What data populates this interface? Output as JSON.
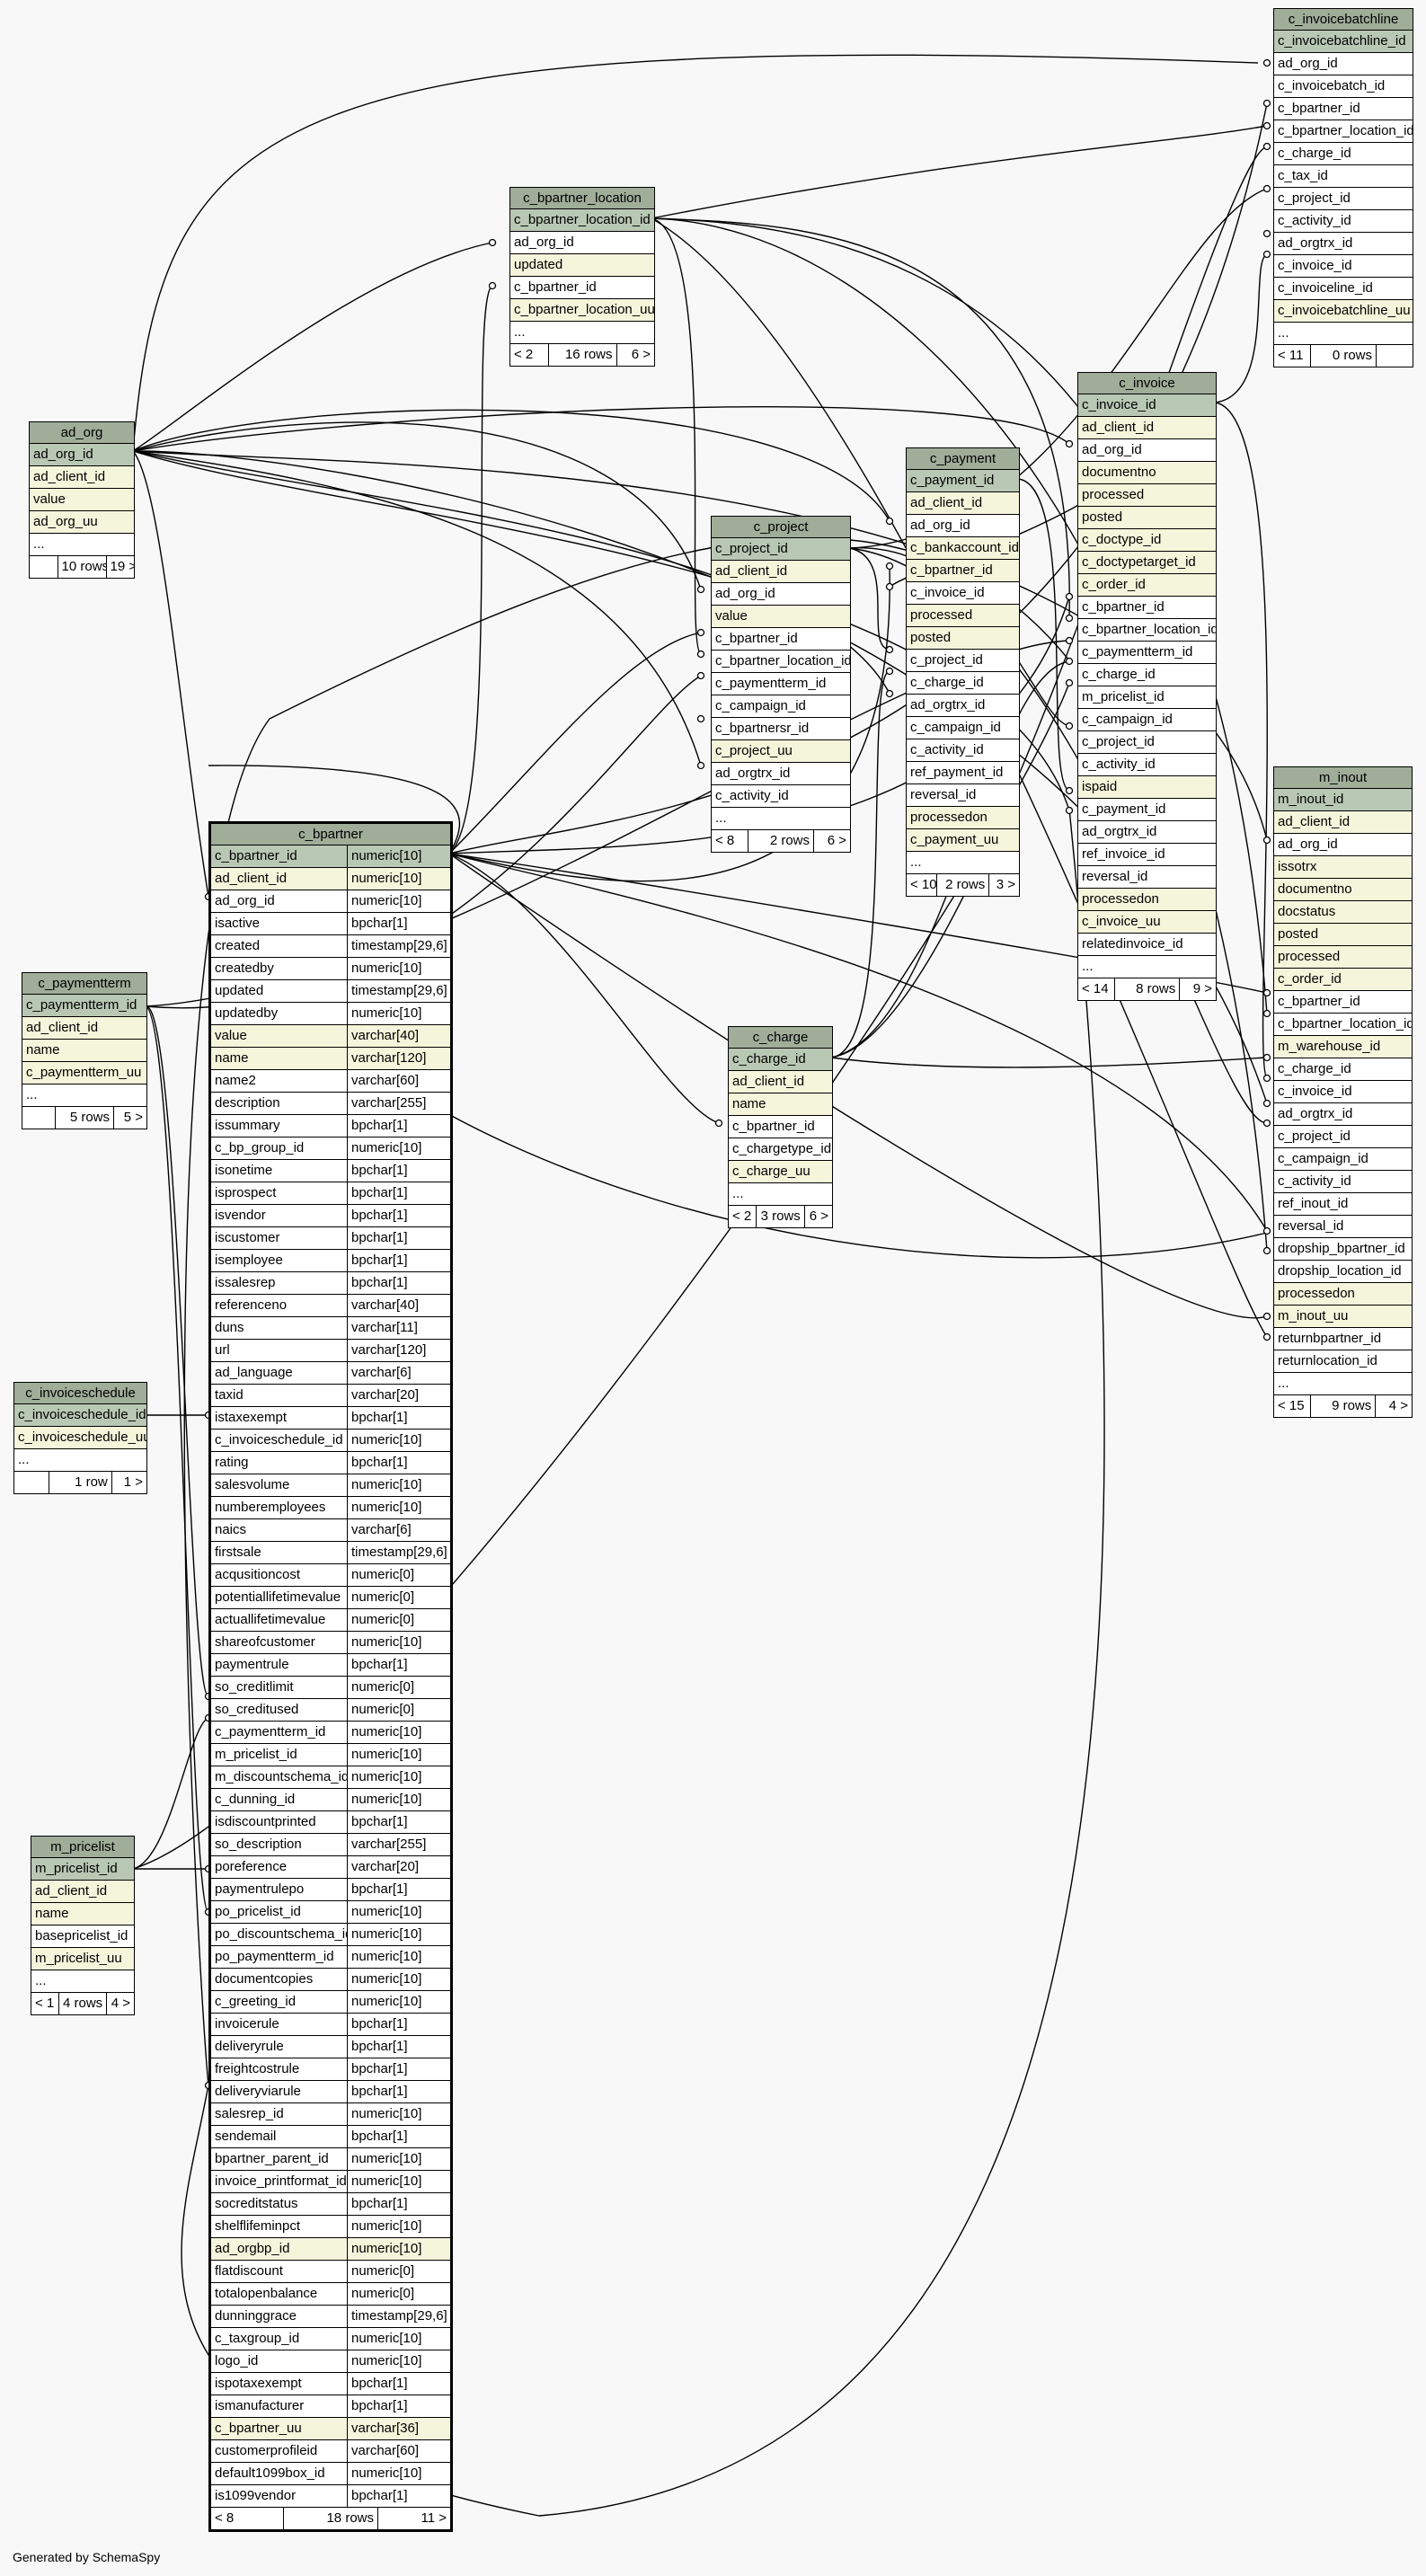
{
  "footer": "Generated by SchemaSpy",
  "tables": {
    "c_invoicebatchline": {
      "name": "c_invoicebatchline",
      "cols": [
        "c_invoicebatchline_id",
        "ad_org_id",
        "c_invoicebatch_id",
        "c_bpartner_id",
        "c_bpartner_location_id",
        "c_charge_id",
        "c_tax_id",
        "c_project_id",
        "c_activity_id",
        "ad_orgtrx_id",
        "c_invoice_id",
        "c_invoiceline_id",
        "c_invoicebatchline_uu"
      ],
      "more": "...",
      "foot": [
        "< 11",
        "0 rows",
        ""
      ]
    },
    "c_bpartner_location": {
      "name": "c_bpartner_location",
      "cols": [
        "c_bpartner_location_id",
        "ad_org_id",
        "updated",
        "c_bpartner_id",
        "c_bpartner_location_uu"
      ],
      "more": "...",
      "foot": [
        "< 2",
        "16 rows",
        "6 >"
      ]
    },
    "ad_org": {
      "name": "ad_org",
      "cols": [
        "ad_org_id",
        "ad_client_id",
        "value",
        "ad_org_uu"
      ],
      "more": "...",
      "foot": [
        "",
        "10 rows",
        "19 >"
      ]
    },
    "c_invoice": {
      "name": "c_invoice",
      "cols": [
        "c_invoice_id",
        "ad_client_id",
        "ad_org_id",
        "documentno",
        "processed",
        "posted",
        "c_doctype_id",
        "c_doctypetarget_id",
        "c_order_id",
        "c_bpartner_id",
        "c_bpartner_location_id",
        "c_paymentterm_id",
        "c_charge_id",
        "m_pricelist_id",
        "c_campaign_id",
        "c_project_id",
        "c_activity_id",
        "ispaid",
        "c_payment_id",
        "ad_orgtrx_id",
        "ref_invoice_id",
        "reversal_id",
        "processedon",
        "c_invoice_uu",
        "relatedinvoice_id"
      ],
      "more": "...",
      "foot": [
        "< 14",
        "8 rows",
        "9 >"
      ]
    },
    "c_payment": {
      "name": "c_payment",
      "cols": [
        "c_payment_id",
        "ad_client_id",
        "ad_org_id",
        "c_bankaccount_id",
        "c_bpartner_id",
        "c_invoice_id",
        "processed",
        "posted",
        "c_project_id",
        "c_charge_id",
        "ad_orgtrx_id",
        "c_campaign_id",
        "c_activity_id",
        "ref_payment_id",
        "reversal_id",
        "processedon",
        "c_payment_uu"
      ],
      "more": "...",
      "foot": [
        "< 10",
        "2 rows",
        "3 >"
      ]
    },
    "c_project": {
      "name": "c_project",
      "cols": [
        "c_project_id",
        "ad_client_id",
        "ad_org_id",
        "value",
        "c_bpartner_id",
        "c_bpartner_location_id",
        "c_paymentterm_id",
        "c_campaign_id",
        "c_bpartnersr_id",
        "c_project_uu",
        "ad_orgtrx_id",
        "c_activity_id"
      ],
      "more": "...",
      "foot": [
        "< 8",
        "2 rows",
        "6 >"
      ]
    },
    "m_inout": {
      "name": "m_inout",
      "cols": [
        "m_inout_id",
        "ad_client_id",
        "ad_org_id",
        "issotrx",
        "documentno",
        "docstatus",
        "posted",
        "processed",
        "c_order_id",
        "c_bpartner_id",
        "c_bpartner_location_id",
        "m_warehouse_id",
        "c_charge_id",
        "c_invoice_id",
        "ad_orgtrx_id",
        "c_project_id",
        "c_campaign_id",
        "c_activity_id",
        "ref_inout_id",
        "reversal_id",
        "dropship_bpartner_id",
        "dropship_location_id",
        "processedon",
        "m_inout_uu",
        "returnbpartner_id",
        "returnlocation_id"
      ],
      "more": "...",
      "foot": [
        "< 15",
        "9 rows",
        "4 >"
      ]
    },
    "c_paymentterm": {
      "name": "c_paymentterm",
      "cols": [
        "c_paymentterm_id",
        "ad_client_id",
        "name",
        "c_paymentterm_uu"
      ],
      "more": "...",
      "foot": [
        "",
        "5 rows",
        "5 >"
      ]
    },
    "c_charge": {
      "name": "c_charge",
      "cols": [
        "c_charge_id",
        "ad_client_id",
        "name",
        "c_bpartner_id",
        "c_chargetype_id",
        "c_charge_uu"
      ],
      "more": "...",
      "foot": [
        "< 2",
        "3 rows",
        "6 >"
      ]
    },
    "c_invoiceschedule": {
      "name": "c_invoiceschedule",
      "cols": [
        "c_invoiceschedule_id",
        "c_invoiceschedule_uu"
      ],
      "more": "...",
      "foot": [
        "",
        "1 row",
        "1 >"
      ]
    },
    "m_pricelist": {
      "name": "m_pricelist",
      "cols": [
        "m_pricelist_id",
        "ad_client_id",
        "name",
        "basepricelist_id",
        "m_pricelist_uu"
      ],
      "more": "...",
      "foot": [
        "< 1",
        "4 rows",
        "4 >"
      ]
    },
    "c_bpartner": {
      "name": "c_bpartner",
      "cols": [
        [
          "c_bpartner_id",
          "numeric[10]"
        ],
        [
          "ad_client_id",
          "numeric[10]"
        ],
        [
          "ad_org_id",
          "numeric[10]"
        ],
        [
          "isactive",
          "bpchar[1]"
        ],
        [
          "created",
          "timestamp[29,6]"
        ],
        [
          "createdby",
          "numeric[10]"
        ],
        [
          "updated",
          "timestamp[29,6]"
        ],
        [
          "updatedby",
          "numeric[10]"
        ],
        [
          "value",
          "varchar[40]"
        ],
        [
          "name",
          "varchar[120]"
        ],
        [
          "name2",
          "varchar[60]"
        ],
        [
          "description",
          "varchar[255]"
        ],
        [
          "issummary",
          "bpchar[1]"
        ],
        [
          "c_bp_group_id",
          "numeric[10]"
        ],
        [
          "isonetime",
          "bpchar[1]"
        ],
        [
          "isprospect",
          "bpchar[1]"
        ],
        [
          "isvendor",
          "bpchar[1]"
        ],
        [
          "iscustomer",
          "bpchar[1]"
        ],
        [
          "isemployee",
          "bpchar[1]"
        ],
        [
          "issalesrep",
          "bpchar[1]"
        ],
        [
          "referenceno",
          "varchar[40]"
        ],
        [
          "duns",
          "varchar[11]"
        ],
        [
          "url",
          "varchar[120]"
        ],
        [
          "ad_language",
          "varchar[6]"
        ],
        [
          "taxid",
          "varchar[20]"
        ],
        [
          "istaxexempt",
          "bpchar[1]"
        ],
        [
          "c_invoiceschedule_id",
          "numeric[10]"
        ],
        [
          "rating",
          "bpchar[1]"
        ],
        [
          "salesvolume",
          "numeric[10]"
        ],
        [
          "numberemployees",
          "numeric[10]"
        ],
        [
          "naics",
          "varchar[6]"
        ],
        [
          "firstsale",
          "timestamp[29,6]"
        ],
        [
          "acqusitioncost",
          "numeric[0]"
        ],
        [
          "potentiallifetimevalue",
          "numeric[0]"
        ],
        [
          "actuallifetimevalue",
          "numeric[0]"
        ],
        [
          "shareofcustomer",
          "numeric[10]"
        ],
        [
          "paymentrule",
          "bpchar[1]"
        ],
        [
          "so_creditlimit",
          "numeric[0]"
        ],
        [
          "so_creditused",
          "numeric[0]"
        ],
        [
          "c_paymentterm_id",
          "numeric[10]"
        ],
        [
          "m_pricelist_id",
          "numeric[10]"
        ],
        [
          "m_discountschema_id",
          "numeric[10]"
        ],
        [
          "c_dunning_id",
          "numeric[10]"
        ],
        [
          "isdiscountprinted",
          "bpchar[1]"
        ],
        [
          "so_description",
          "varchar[255]"
        ],
        [
          "poreference",
          "varchar[20]"
        ],
        [
          "paymentrulepo",
          "bpchar[1]"
        ],
        [
          "po_pricelist_id",
          "numeric[10]"
        ],
        [
          "po_discountschema_id",
          "numeric[10]"
        ],
        [
          "po_paymentterm_id",
          "numeric[10]"
        ],
        [
          "documentcopies",
          "numeric[10]"
        ],
        [
          "c_greeting_id",
          "numeric[10]"
        ],
        [
          "invoicerule",
          "bpchar[1]"
        ],
        [
          "deliveryrule",
          "bpchar[1]"
        ],
        [
          "freightcostrule",
          "bpchar[1]"
        ],
        [
          "deliveryviarule",
          "bpchar[1]"
        ],
        [
          "salesrep_id",
          "numeric[10]"
        ],
        [
          "sendemail",
          "bpchar[1]"
        ],
        [
          "bpartner_parent_id",
          "numeric[10]"
        ],
        [
          "invoice_printformat_id",
          "numeric[10]"
        ],
        [
          "socreditstatus",
          "bpchar[1]"
        ],
        [
          "shelflifeminpct",
          "numeric[10]"
        ],
        [
          "ad_orgbp_id",
          "numeric[10]"
        ],
        [
          "flatdiscount",
          "numeric[0]"
        ],
        [
          "totalopenbalance",
          "numeric[0]"
        ],
        [
          "dunninggrace",
          "timestamp[29,6]"
        ],
        [
          "c_taxgroup_id",
          "numeric[10]"
        ],
        [
          "logo_id",
          "numeric[10]"
        ],
        [
          "ispotaxexempt",
          "bpchar[1]"
        ],
        [
          "ismanufacturer",
          "bpchar[1]"
        ],
        [
          "c_bpartner_uu",
          "varchar[36]"
        ],
        [
          "customerprofileid",
          "varchar[60]"
        ],
        [
          "default1099box_id",
          "numeric[10]"
        ],
        [
          "is1099vendor",
          "bpchar[1]"
        ]
      ],
      "foot": [
        "< 8",
        "18 rows",
        "11 >"
      ]
    }
  }
}
